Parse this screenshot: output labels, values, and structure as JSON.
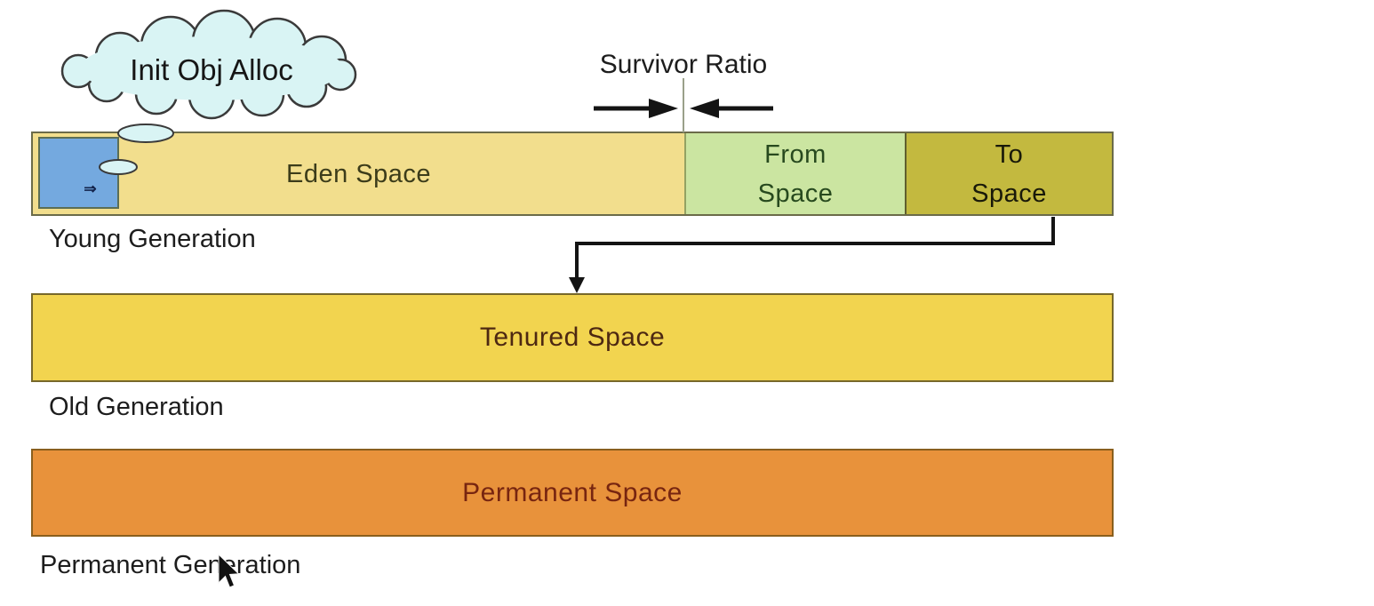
{
  "diagram": {
    "cloud": {
      "label": "Init Obj Alloc",
      "fill": "#d9f4f4"
    },
    "survivor_ratio": {
      "label": "Survivor Ratio"
    },
    "young_generation": {
      "label": "Young Generation",
      "sections": [
        {
          "name": "eden",
          "label": "Eden Space",
          "color": "#f2de8d",
          "text_color": "#3c3c1a"
        },
        {
          "name": "from",
          "label": "From Space",
          "color": "#cbe5a1",
          "text_color": "#27491e"
        },
        {
          "name": "to",
          "label": "To Space",
          "color": "#c3b93f",
          "text_color": "#191909"
        }
      ],
      "alloc_box_color": "#74a9df",
      "alloc_glyph": "⇒"
    },
    "old_generation": {
      "label": "Old Generation",
      "space_label": "Tenured Space",
      "color": "#f2d44f",
      "text_color": "#4d2812"
    },
    "permanent_generation": {
      "label": "Permanent Generation",
      "space_label": "Permanent Space",
      "color": "#e8923b",
      "text_color": "#772510"
    }
  }
}
